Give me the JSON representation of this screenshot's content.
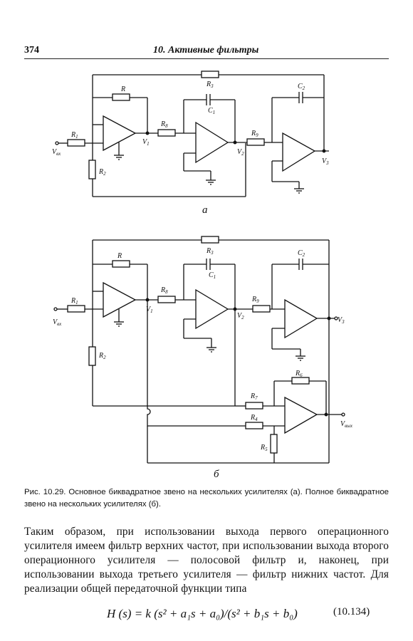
{
  "header": {
    "page_number": "374",
    "running_title": "10. Активные фильтры"
  },
  "figure": {
    "panel_a_label": "a",
    "panel_b_label": "б",
    "labels": {
      "R": "R",
      "R1": "R",
      "R1_sub": "1",
      "R2": "R",
      "R2_sub": "2",
      "R3": "R",
      "R3_sub": "3",
      "R4": "R",
      "R4_sub": "4",
      "R5": "R",
      "R5_sub": "5",
      "R6": "R",
      "R6_sub": "6",
      "R7": "R",
      "R7_sub": "7",
      "R8": "R",
      "R8_sub": "8",
      "R9": "R",
      "R9_sub": "9",
      "C1": "C",
      "C1_sub": "1",
      "C2": "C",
      "C2_sub": "2",
      "V1": "V",
      "V1_sub": "1",
      "V2": "V",
      "V2_sub": "2",
      "V3": "V",
      "V3_sub": "3",
      "Vin": "V",
      "Vin_sub": "вх",
      "Vout": "V",
      "Vout_sub": "вых"
    }
  },
  "caption": "Рис. 10.29. Основное биквадратное звено на нескольких усилителях (а). Полное биквадратное звено на нескольких усилителях (б).",
  "body": {
    "paragraph": "Таким образом, при использовании выхода первого операционного усилителя имеем фильтр верхних частот, при использовании выхода второго операционного усилителя — полосовой фильтр и, наконец, при использовании выхода третьего усилителя — фильтр нижних частот. Для реализации общей передаточной функции типа"
  },
  "equation": {
    "formula": "H (s) = k (s² + a₁s + a₀)/(s² + b₁s + b₀)",
    "number": "(10.134)"
  }
}
